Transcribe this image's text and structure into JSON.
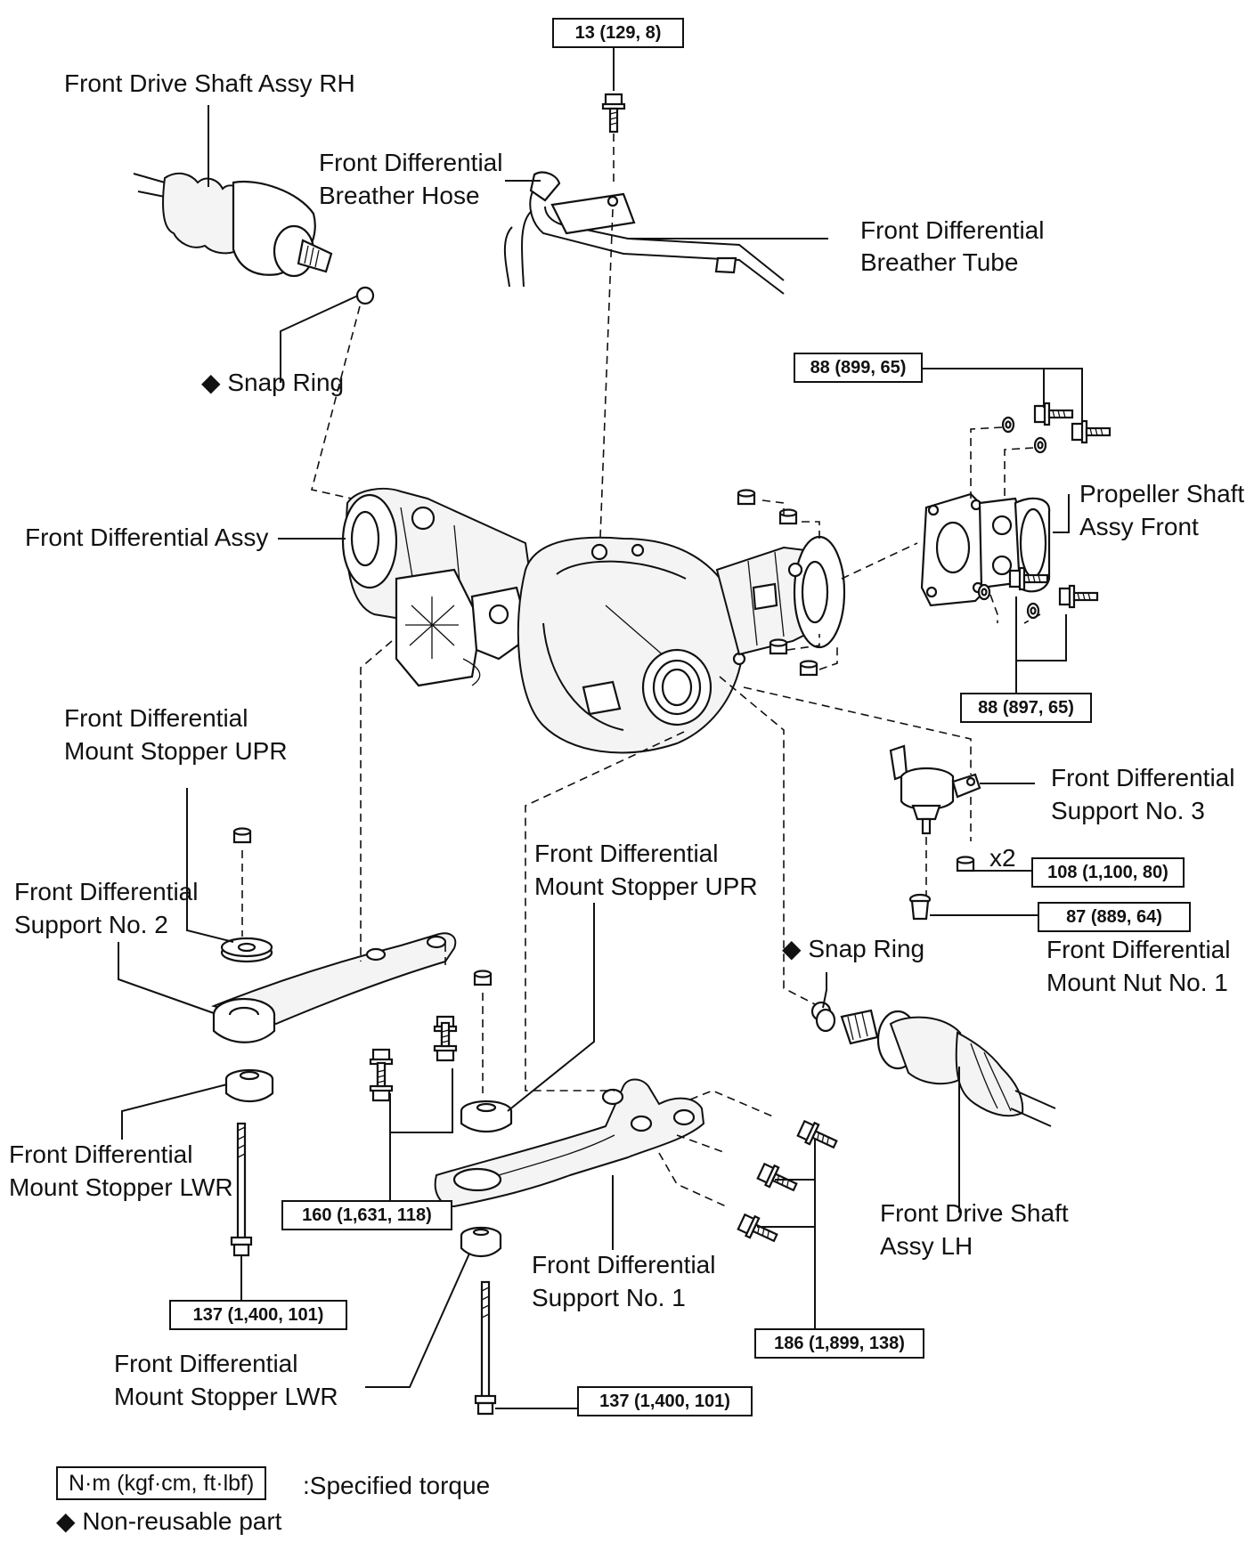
{
  "labels": {
    "drive_shaft_rh": "Front Drive Shaft Assy RH",
    "breather_hose_l1": "Front Differential",
    "breather_hose_l2": "Breather Hose",
    "breather_tube_l1": "Front Differential",
    "breather_tube_l2": "Breather Tube",
    "snap_ring_upper": "Snap Ring",
    "diff_assy": "Front Differential Assy",
    "prop_shaft_l1": "Propeller Shaft",
    "prop_shaft_l2": "Assy Front",
    "stopper_upr_left_l1": "Front Differential",
    "stopper_upr_left_l2": "Mount Stopper UPR",
    "support3_l1": "Front Differential",
    "support3_l2": "Support No. 3",
    "x2": "x2",
    "support2_l1": "Front Differential",
    "support2_l2": "Support No. 2",
    "stopper_upr_mid_l1": "Front Differential",
    "stopper_upr_mid_l2": "Mount Stopper UPR",
    "snap_ring_lower": "Snap Ring",
    "mount_nut_l1": "Front Differential",
    "mount_nut_l2": "Mount Nut No. 1",
    "stopper_lwr_left_l1": "Front Differential",
    "stopper_lwr_left_l2": "Mount Stopper LWR",
    "drive_shaft_lh_l1": "Front Drive Shaft",
    "drive_shaft_lh_l2": "Assy LH",
    "support1_l1": "Front Differential",
    "support1_l2": "Support No. 1",
    "stopper_lwr_mid_l1": "Front Differential",
    "stopper_lwr_mid_l2": "Mount Stopper LWR"
  },
  "torques": {
    "t_13": "13 (129, 8)",
    "t_88a": "88 (899, 65)",
    "t_88b": "88 (897, 65)",
    "t_108": "108 (1,100, 80)",
    "t_87": "87 (889, 64)",
    "t_160": "160 (1,631, 118)",
    "t_137a": "137 (1,400, 101)",
    "t_186": "186 (1,899, 138)",
    "t_137b": "137 (1,400, 101)"
  },
  "legend": {
    "torque_unit": "N·m (kgf·cm, ft·lbf)",
    "torque_desc": ":Specified torque",
    "nonreusable_desc": "Non-reusable part"
  },
  "symbols": {
    "nonreusable_marker": "◆"
  }
}
